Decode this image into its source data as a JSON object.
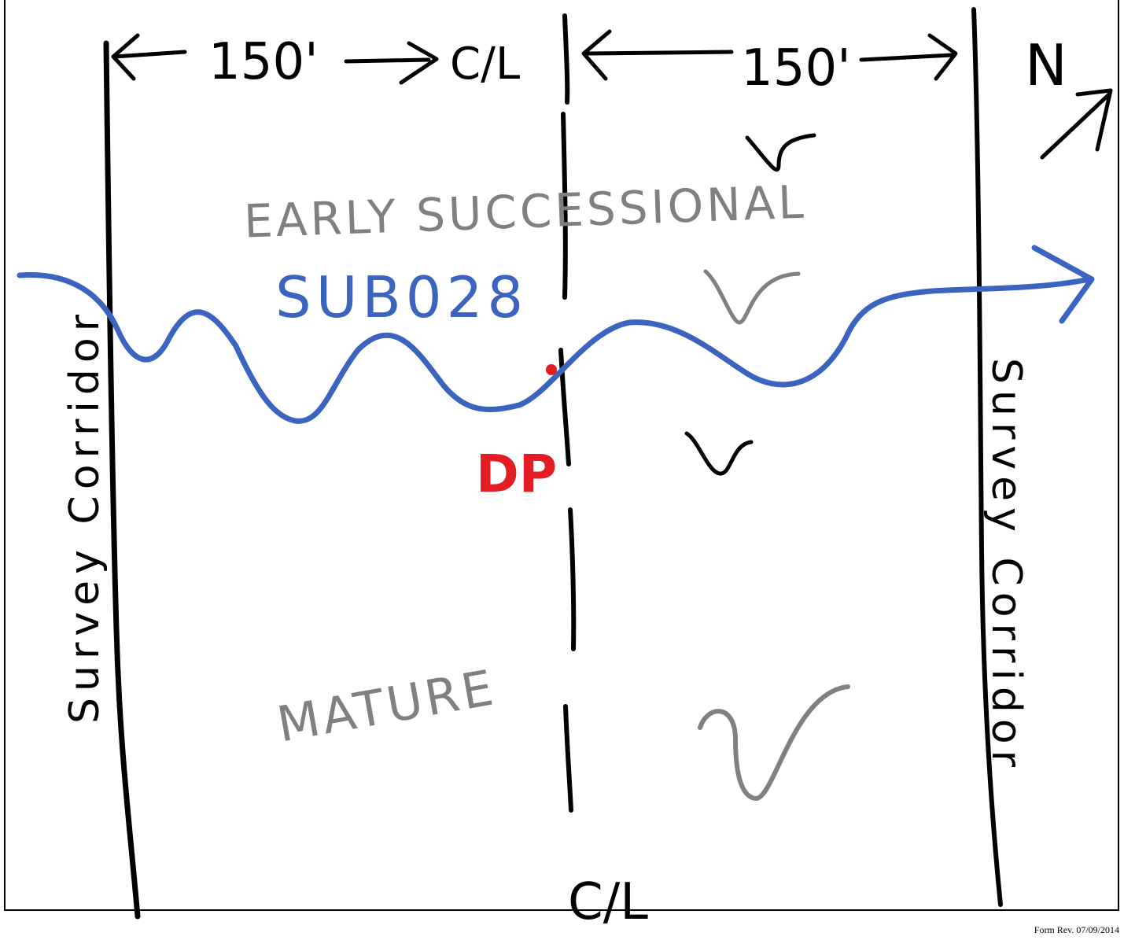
{
  "labels": {
    "width_left": "150'",
    "width_right": "150'",
    "centerline_top": "C/L",
    "centerline_bottom": "C/L",
    "north": "N",
    "zone_upper": "EARLY SUCCESSIONAL",
    "zone_lower": "MATURE",
    "stream_id": "SUB028",
    "point_label": "DP",
    "corridor_left": "Survey Corridor",
    "corridor_right": "Survey Corridor"
  },
  "footer": {
    "form_revision": "Form Rev. 07/09/2014"
  },
  "colors": {
    "ink": "#000000",
    "stream": "#3a64c0",
    "zone_text": "#808080",
    "point": "#e41c24",
    "frame": "#000000"
  },
  "symbols": [
    "wetland-symbol",
    "wetland-symbol",
    "wetland-symbol",
    "wetland-symbol"
  ]
}
